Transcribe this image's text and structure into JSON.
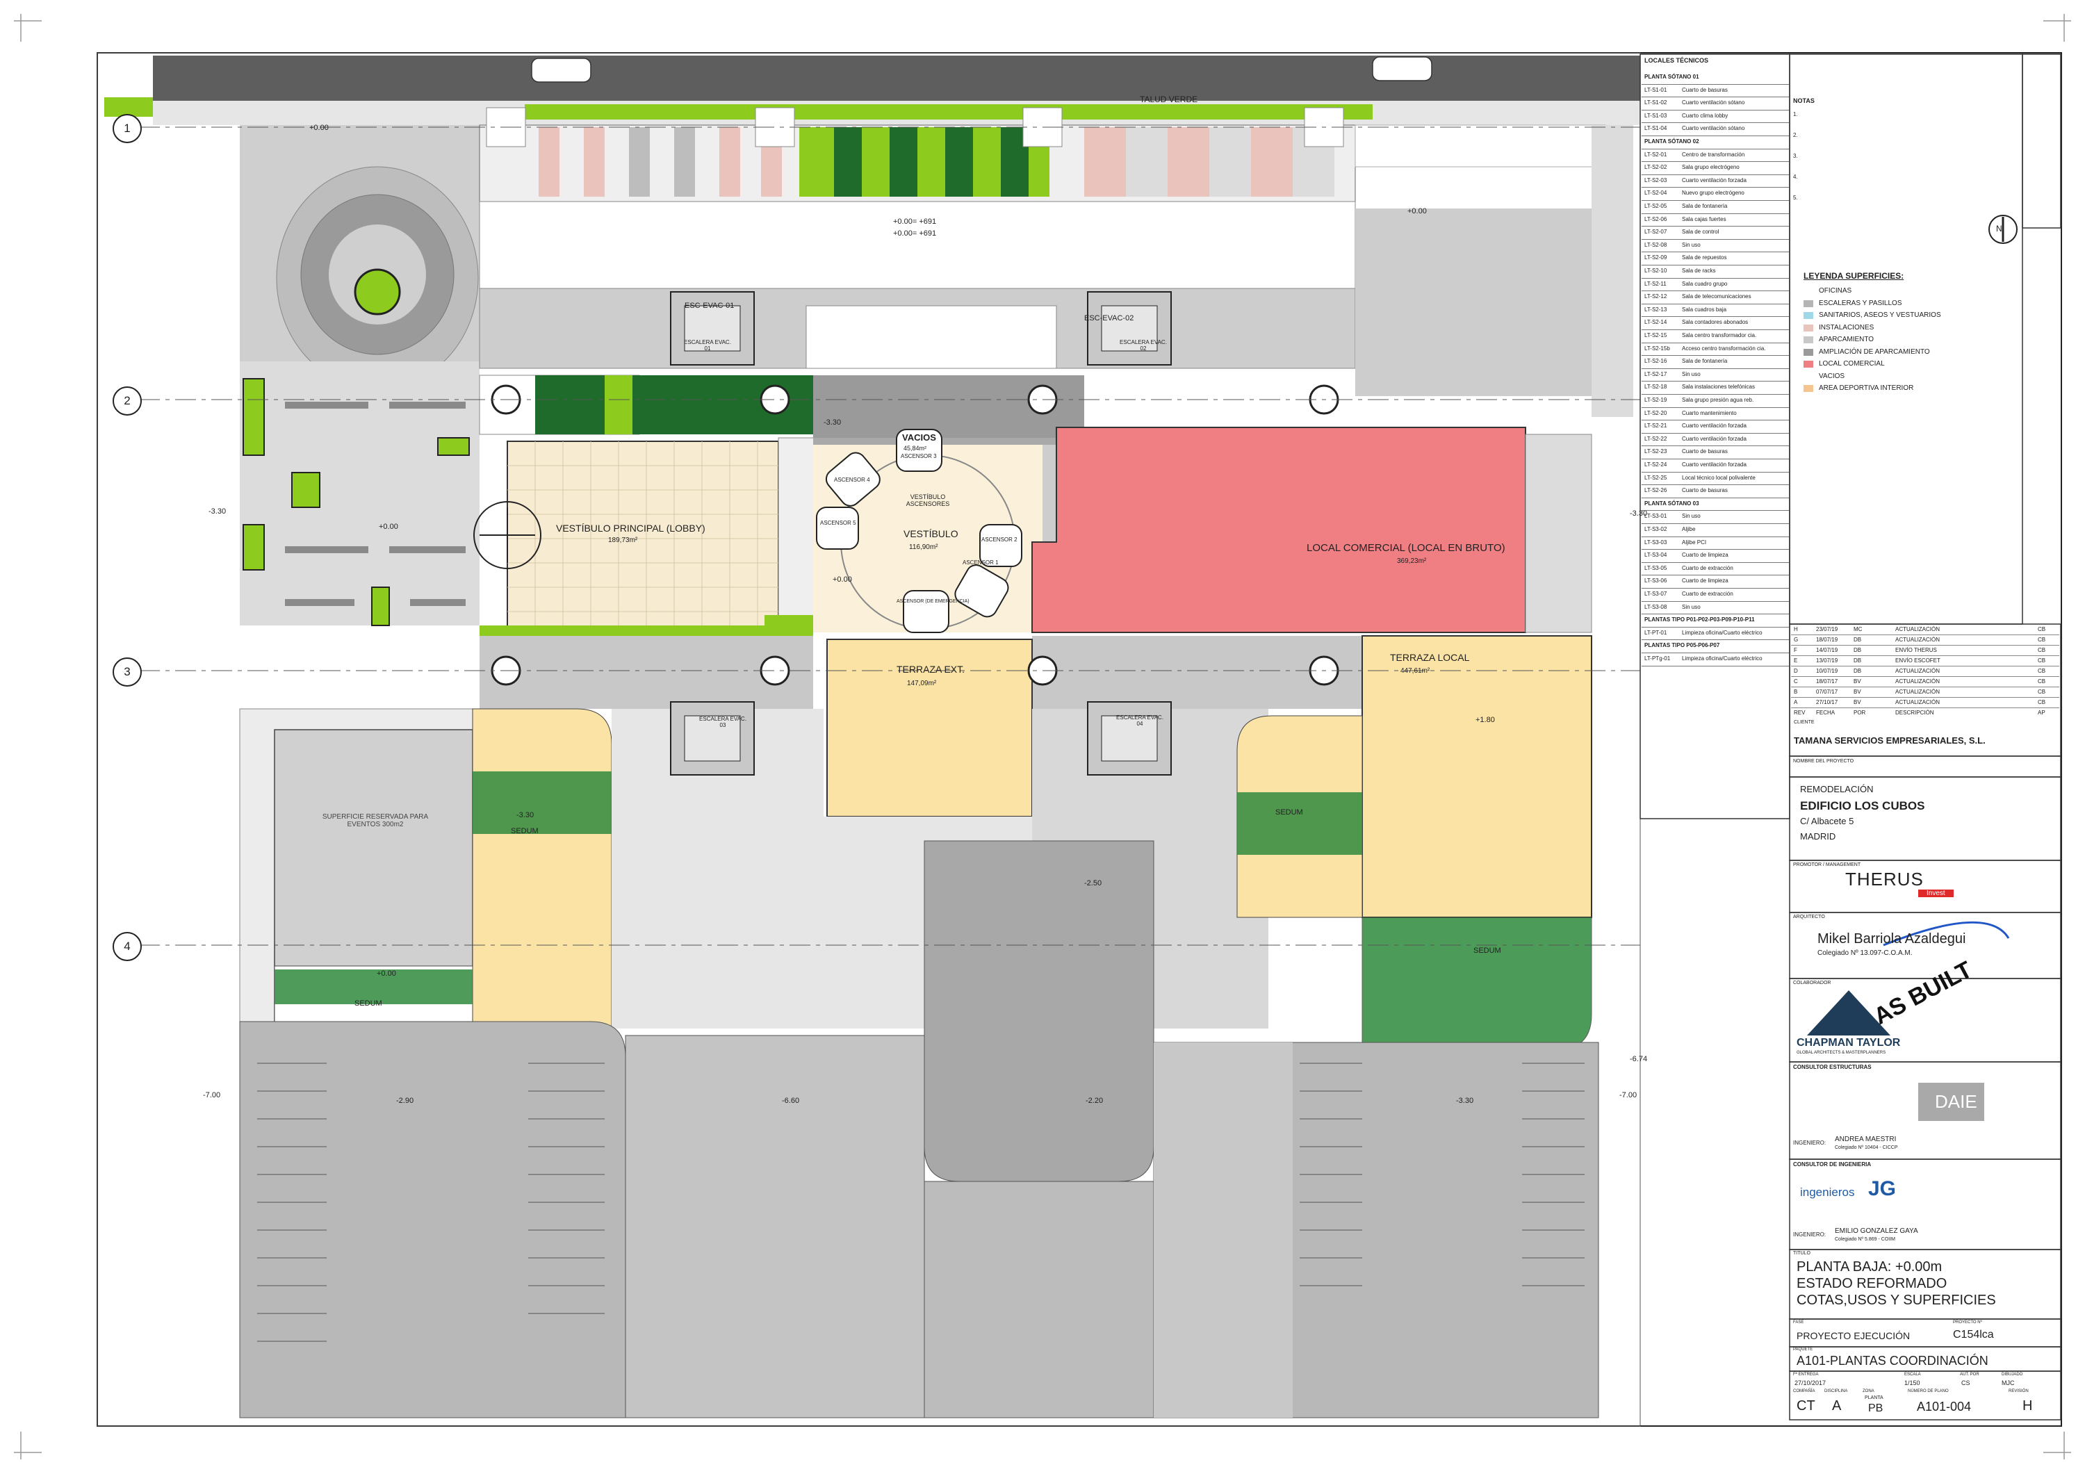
{
  "drawing": {
    "grid_numbers": [
      "1",
      "2",
      "3",
      "4"
    ],
    "top_label": "TALUD VERDE",
    "rooms": {
      "lobby": {
        "name": "VESTÍBULO PRINCIPAL (LOBBY)",
        "area": "189,73m²"
      },
      "vestibulo": {
        "name": "VESTÍBULO",
        "area": "116,90m²"
      },
      "vestibulo_asc": "VESTÍBULO ASCENSORES",
      "vacios": {
        "name": "VACIOS",
        "area": "45,84m²"
      },
      "local": {
        "name": "LOCAL COMERCIAL (LOCAL EN BRUTO)",
        "area": "369,23m²"
      },
      "terraza_ext": {
        "name": "TERRAZA EXT.",
        "area": "147,09m²"
      },
      "terraza_local": {
        "name": "TERRAZA LOCAL",
        "area": "447,61m²"
      },
      "superficie": "SUPERFICIE RESERVADA PARA EVENTOS 300m2",
      "sedum": "SEDUM",
      "esc1": "ESC-EVAC-01",
      "esc2": "ESC-EVAC-02",
      "escalera1": "ESCALERA EVAC. 01",
      "escalera2": "ESCALERA EVAC. 02",
      "escalera3": "ESCALERA EVAC. 03",
      "escalera4": "ESCALERA EVAC. 04",
      "asc_labels": [
        "ASCENSOR 1",
        "ASCENSOR 2",
        "ASCENSOR 3",
        "ASCENSOR 4",
        "ASCENSOR 5",
        "ASCENSOR (DE EMERGENCIA)"
      ]
    },
    "levels": {
      "l_000": "+0.00",
      "l_000b": "+0.00= +691",
      "l_000c": "+0.00= +691",
      "l_m330": "-3.30",
      "l_180": "+1.80",
      "l_m250": "-2.50",
      "l_m290": "-2.90",
      "l_m660": "-6.60",
      "l_m220": "-2.20",
      "l_m700": "-7.00",
      "l_m674": "-6.74"
    },
    "stamp": "AS BUILT"
  },
  "locales": {
    "title": "LOCALES TÉCNICOS",
    "rows": [
      {
        "sec": "PLANTA SÓTANO 01"
      },
      {
        "code": "LT-S1-01",
        "name": "Cuarto de basuras"
      },
      {
        "code": "LT-S1-02",
        "name": "Cuarto ventilación sótano"
      },
      {
        "code": "LT-S1-03",
        "name": "Cuarto clima lobby"
      },
      {
        "code": "LT-S1-04",
        "name": "Cuarto ventilación sótano"
      },
      {
        "sec": "PLANTA SÓTANO 02"
      },
      {
        "code": "LT-S2-01",
        "name": "Centro de transformación"
      },
      {
        "code": "LT-S2-02",
        "name": "Sala grupo electrógeno"
      },
      {
        "code": "LT-S2-03",
        "name": "Cuarto ventilación forzada"
      },
      {
        "code": "LT-S2-04",
        "name": "Nuevo grupo electrógeno"
      },
      {
        "code": "LT-S2-05",
        "name": "Sala de fontanería"
      },
      {
        "code": "LT-S2-06",
        "name": "Sala cajas fuertes"
      },
      {
        "code": "LT-S2-07",
        "name": "Sala de control"
      },
      {
        "code": "LT-S2-08",
        "name": "Sin uso"
      },
      {
        "code": "LT-S2-09",
        "name": "Sala de repuestos"
      },
      {
        "code": "LT-S2-10",
        "name": "Sala de racks"
      },
      {
        "code": "LT-S2-11",
        "name": "Sala cuadro grupo"
      },
      {
        "code": "LT-S2-12",
        "name": "Sala de telecomunicaciones"
      },
      {
        "code": "LT-S2-13",
        "name": "Sala cuadros baja"
      },
      {
        "code": "LT-S2-14",
        "name": "Sala contadores abonados"
      },
      {
        "code": "LT-S2-15",
        "name": "Sala centro transformador cia."
      },
      {
        "code": "LT-S2-15b",
        "name": "Acceso centro transformación cia."
      },
      {
        "code": "LT-S2-16",
        "name": "Sala de fontanería"
      },
      {
        "code": "LT-S2-17",
        "name": "Sin uso"
      },
      {
        "code": "LT-S2-18",
        "name": "Sala instalaciones telefónicas"
      },
      {
        "code": "LT-S2-19",
        "name": "Sala grupo presión agua reb."
      },
      {
        "code": "LT-S2-20",
        "name": "Cuarto mantenimiento"
      },
      {
        "code": "LT-S2-21",
        "name": "Cuarto ventilación forzada"
      },
      {
        "code": "LT-S2-22",
        "name": "Cuarto ventilación forzada"
      },
      {
        "code": "LT-S2-23",
        "name": "Cuarto de basuras"
      },
      {
        "code": "LT-S2-24",
        "name": "Cuarto ventilación forzada"
      },
      {
        "code": "LT-S2-25",
        "name": "Local técnico local polivalente"
      },
      {
        "code": "LT-S2-26",
        "name": "Cuarto de basuras"
      },
      {
        "sec": "PLANTA SÓTANO 03"
      },
      {
        "code": "LT-S3-01",
        "name": "Sin uso"
      },
      {
        "code": "LT-S3-02",
        "name": "Aljibe"
      },
      {
        "code": "LT-S3-03",
        "name": "Aljibe PCI"
      },
      {
        "code": "LT-S3-04",
        "name": "Cuarto de limpieza"
      },
      {
        "code": "LT-S3-05",
        "name": "Cuarto de extracción"
      },
      {
        "code": "LT-S3-06",
        "name": "Cuarto de limpieza"
      },
      {
        "code": "LT-S3-07",
        "name": "Cuarto de extracción"
      },
      {
        "code": "LT-S3-08",
        "name": "Sin uso"
      },
      {
        "sec": "PLANTAS TIPO P01-P02-P03-P09-P10-P11"
      },
      {
        "code": "LT-PT-01",
        "name": "Limpieza oficina/Cuarto eléctrico"
      },
      {
        "sec": "PLANTAS TIPO P05-P06-P07"
      },
      {
        "code": "LT-PTg-01",
        "name": "Limpieza oficina/Cuarto eléctrico"
      }
    ]
  },
  "notas": {
    "title": "NOTAS",
    "items": [
      "1.",
      "2.",
      "3.",
      "4.",
      "5."
    ]
  },
  "legend": {
    "title": "LEYENDA SUPERFICIES:",
    "items": [
      {
        "label": "OFICINAS",
        "color": "#ffffff"
      },
      {
        "label": "ESCALERAS Y PASILLOS",
        "color": "#b5b5b5"
      },
      {
        "label": "SANITARIOS, ASEOS Y VESTUARIOS",
        "color": "#9fd8e6"
      },
      {
        "label": "INSTALACIONES",
        "color": "#e9c3bc"
      },
      {
        "label": "APARCAMIENTO",
        "color": "#c8c8c8"
      },
      {
        "label": "AMPLIACIÓN DE APARCAMIENTO",
        "color": "#9a9a9a"
      },
      {
        "label": "LOCAL COMERCIAL",
        "color": "#f07f84"
      },
      {
        "label": "VACIOS",
        "color": "#ffffff"
      },
      {
        "label": "AREA DEPORTIVA INTERIOR",
        "color": "#f4c58e"
      }
    ]
  },
  "revisions": {
    "rows": [
      {
        "rev": "H",
        "fecha": "23/07/19",
        "por": "MC",
        "desc": "ACTUALIZACIÓN",
        "ap": "CB"
      },
      {
        "rev": "G",
        "fecha": "18/07/19",
        "por": "DB",
        "desc": "ACTUALIZACIÓN",
        "ap": "CB"
      },
      {
        "rev": "F",
        "fecha": "14/07/19",
        "por": "DB",
        "desc": "ENVÍO THERUS",
        "ap": "CB"
      },
      {
        "rev": "E",
        "fecha": "13/07/19",
        "por": "DB",
        "desc": "ENVÍO ESCOFET",
        "ap": "CB"
      },
      {
        "rev": "D",
        "fecha": "10/07/19",
        "por": "DB",
        "desc": "ACTUALIZACIÓN",
        "ap": "CB"
      },
      {
        "rev": "C",
        "fecha": "18/07/17",
        "por": "BV",
        "desc": "ACTUALIZACIÓN",
        "ap": "CB"
      },
      {
        "rev": "B",
        "fecha": "07/07/17",
        "por": "BV",
        "desc": "ACTUALIZACIÓN",
        "ap": "CB"
      },
      {
        "rev": "A",
        "fecha": "27/10/17",
        "por": "BV",
        "desc": "ACTUALIZACIÓN",
        "ap": "CB"
      }
    ],
    "header": {
      "rev": "REV",
      "fecha": "FECHA",
      "por": "POR",
      "desc": "DESCRIPCIÓN",
      "ap": "AP"
    }
  },
  "title_block": {
    "cliente_label": "CLIENTE",
    "cliente": "TAMANA SERVICIOS EMPRESARIALES, S.L.",
    "proyecto_label": "NOMBRE DEL PROYECTO",
    "proyecto_1": "REMODELACIÓN",
    "proyecto_2": "EDIFICIO LOS CUBOS",
    "direccion": "C/ Albacete 5",
    "ciudad": "MADRID",
    "promotor_label": "PROMOTOR / MANAGEMENT",
    "therus": "THERUS",
    "therus_sub": "Invest",
    "arquitecto_label": "ARQUITECTO",
    "arquitecto": "Mikel Barriola Azaldegui",
    "colegiado": "Colegiado Nº 13.097-C.O.A.M.",
    "colaborador_label": "COLABORADOR",
    "chapman": "CHAPMAN TAYLOR",
    "chapman_sub": "GLOBAL ARCHITECTS & MASTERPLANNERS",
    "consultor_est_label": "CONSULTOR ESTRUCTURAS",
    "daie": "DAIE",
    "ingeniero_label": "INGENIERO:",
    "ingeniero_1": "ANDREA MAESTRI",
    "ingeniero_1_col": "Colegiado Nº 10404 - CICCP",
    "consultor_ing_label": "CONSULTOR DE INGENIERIA",
    "jg": "ingenieros",
    "jg_mark": "JG",
    "ingeniero_2": "EMILIO GONZALEZ GAYA",
    "ingeniero_2_col": "Colegiado Nº 5.869 - COIIM",
    "titulo_label": "TITULO",
    "titulo_1": "PLANTA BAJA: +0.00m",
    "titulo_2": "ESTADO REFORMADO",
    "titulo_3": "COTAS,USOS Y SUPERFICIES",
    "fase_label": "FASE",
    "fase": "PROYECTO EJECUCIÓN",
    "num_proy_label": "PROYECTO Nº",
    "num_proy": "C154lca",
    "paquete_label": "PAQUETE",
    "paquete": "A101-PLANTAS COORDINACIÓN",
    "entrega_label": "Fª ENTREGA",
    "entrega": "27/10/2017",
    "escala_label": "ESCALA",
    "escala": "1/150",
    "autor_label": "AUT. POR",
    "autor": "CS",
    "dibujado_label": "DIBUJADO",
    "dibujado": "MJC",
    "footer_labels": [
      "COMPAÑÍA",
      "DISCIPLINA",
      "ZONA",
      "NÚMERO DE PLANO",
      "REVISIÓN"
    ],
    "compania": "CT",
    "disciplina": "A",
    "zona_1": "PLANTA",
    "zona_2": "PB",
    "numero": "A101-004",
    "revision": "H",
    "north": "N"
  }
}
